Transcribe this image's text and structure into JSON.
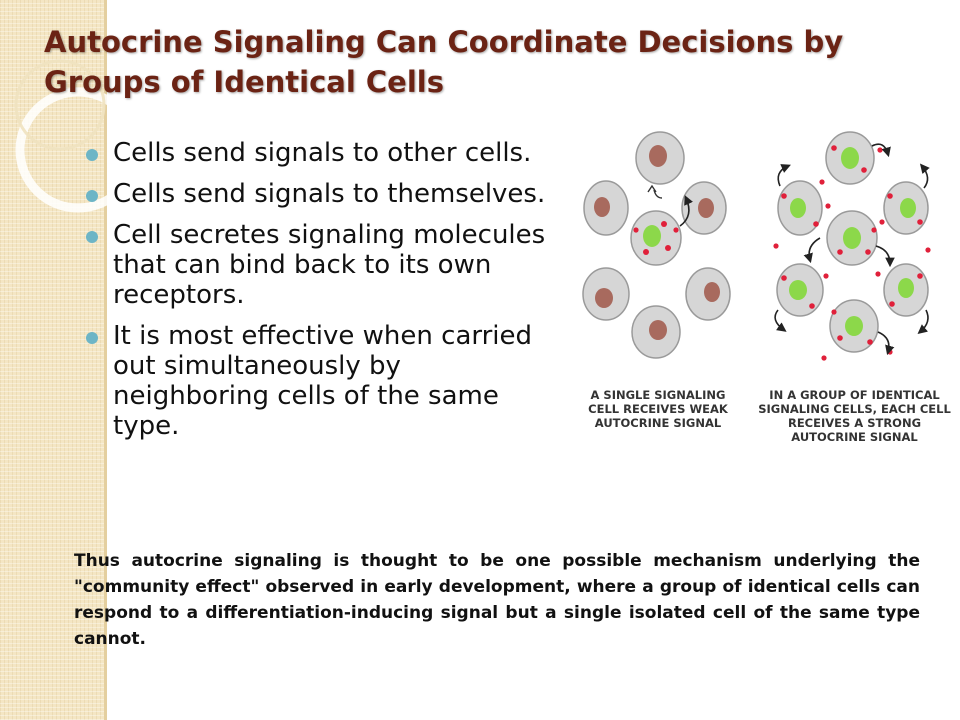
{
  "title": "Autocrine Signaling Can Coordinate Decisions by Groups of Identical Cells",
  "bullets": [
    "Cells send signals to other cells.",
    "Cells send signals to themselves.",
    "Cell secretes signaling molecules that can bind back to its own receptors.",
    "It is most effective when carried out simultaneously by neighboring cells of the same type."
  ],
  "figure": {
    "caption_left": "A SINGLE SIGNALING CELL RECEIVES WEAK AUTOCRINE SIGNAL",
    "caption_right": "IN A GROUP OF IDENTICAL SIGNALING CELLS, EACH CELL RECEIVES A STRONG AUTOCRINE SIGNAL"
  },
  "paragraph": "Thus autocrine signaling is thought to be one possible mechanism underlying the \"community effect\" observed in early development, where a group of identical cells can respond to a differentiation-inducing signal but a single isolated cell of the same type cannot.",
  "colors": {
    "title": "#6b2314",
    "bullet": "#6db5c6",
    "band": "#f4e6c4",
    "cell_fill": "#d6d6d6",
    "nucleus_inactive": "#a86a5e",
    "nucleus_active": "#8cd84a",
    "signal": "#e0203a"
  }
}
